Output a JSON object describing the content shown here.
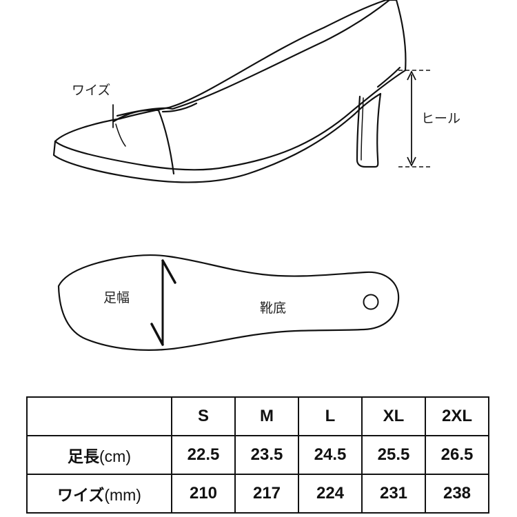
{
  "labels": {
    "width": "ワイズ",
    "heel": "ヒール",
    "foot_width": "足幅",
    "sole": "靴底"
  },
  "table": {
    "sizes": [
      "S",
      "M",
      "L",
      "XL",
      "2XL"
    ],
    "rows": [
      {
        "label": "足長",
        "unit": "(cm)",
        "values": [
          "22.5",
          "23.5",
          "24.5",
          "25.5",
          "26.5"
        ]
      },
      {
        "label": "ワイズ",
        "unit": "(mm)",
        "values": [
          "210",
          "217",
          "224",
          "231",
          "238"
        ]
      }
    ]
  }
}
